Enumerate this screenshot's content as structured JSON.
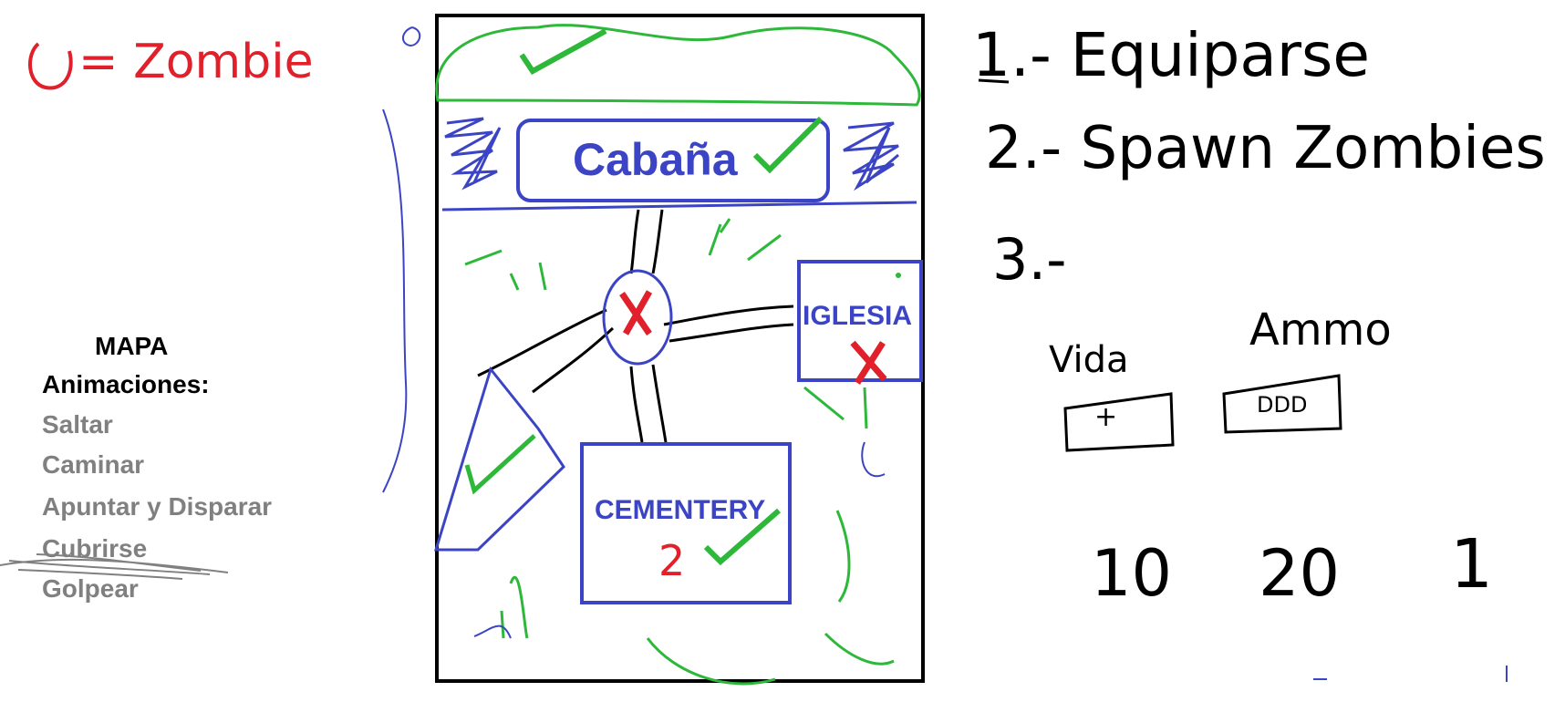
{
  "zombie_legend": {
    "label": "= Zombie"
  },
  "map_panel": {
    "title": "MAPA",
    "animations_title": "Animaciones:",
    "animations": [
      "Saltar",
      "Caminar",
      "Apuntar y Disparar",
      "Golpear"
    ],
    "struck_item": "Cubrirse"
  },
  "locations": {
    "cabin": "Cabaña",
    "church": "IGLESIA",
    "cemetery": "CEMENTERY",
    "cemetery_count": "2"
  },
  "steps": {
    "step1": "1.- Equiparse",
    "step2": "2.- Spawn Zombies",
    "step3": "3.-"
  },
  "hud": {
    "life_label": "Vida",
    "life_value": "+",
    "ammo_label": "Ammo",
    "ammo_value": "DDD"
  },
  "numbers": [
    "10",
    "20",
    "1"
  ],
  "colors": {
    "black": "#000000",
    "blue": "#3b44c4",
    "green": "#2db83a",
    "red": "#e0202a",
    "gray": "#808080"
  }
}
